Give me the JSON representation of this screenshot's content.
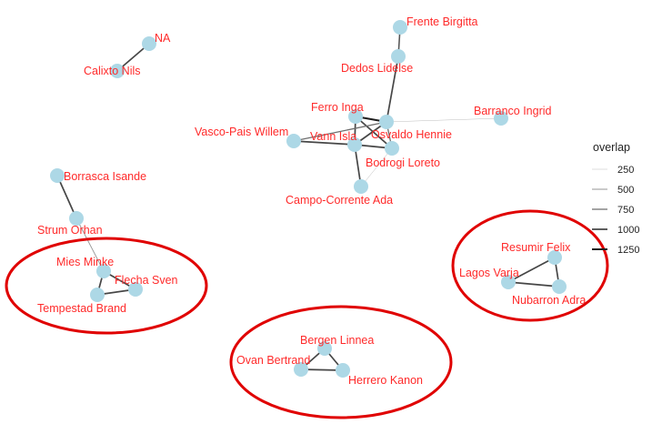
{
  "colors": {
    "node_fill": "#add8e6",
    "label": "#ff2a2a",
    "highlight": "#e00000",
    "edge": "#333333",
    "edge_light": "#bdbdbd"
  },
  "nodes": [
    {
      "id": "na",
      "label": "NA"
    },
    {
      "id": "calixto",
      "label": "Calixto Nils"
    },
    {
      "id": "frente",
      "label": "Frente Birgitta"
    },
    {
      "id": "dedos",
      "label": "Dedos Lidelse"
    },
    {
      "id": "barranco",
      "label": "Barranco Ingrid"
    },
    {
      "id": "ferro",
      "label": "Ferro Inga"
    },
    {
      "id": "vasco",
      "label": "Vasco-Pais Willem"
    },
    {
      "id": "vann",
      "label": "Vann Isla"
    },
    {
      "id": "osvaldo",
      "label": "Osvaldo Hennie"
    },
    {
      "id": "bodrogi",
      "label": "Bodrogi Loreto"
    },
    {
      "id": "campo",
      "label": "Campo-Corrente Ada"
    },
    {
      "id": "borrasca",
      "label": "Borrasca Isande"
    },
    {
      "id": "strum",
      "label": "Strum Orhan"
    },
    {
      "id": "mies",
      "label": "Mies Minke"
    },
    {
      "id": "flecha",
      "label": "Flecha Sven"
    },
    {
      "id": "tempestad",
      "label": "Tempestad Brand"
    },
    {
      "id": "resumir",
      "label": "Resumir Felix"
    },
    {
      "id": "lagos",
      "label": "Lagos Varja"
    },
    {
      "id": "nubarron",
      "label": "Nubarron Adra"
    },
    {
      "id": "bergen",
      "label": "Bergen Linnea"
    },
    {
      "id": "ovan",
      "label": "Ovan Bertrand"
    },
    {
      "id": "herrero",
      "label": "Herrero Kanon"
    }
  ],
  "edges": [
    {
      "from": "na",
      "to": "calixto",
      "overlap": 1000
    },
    {
      "from": "frente",
      "to": "dedos",
      "overlap": 900
    },
    {
      "from": "dedos",
      "to": "osvaldo",
      "overlap": 1000
    },
    {
      "from": "osvaldo",
      "to": "barranco",
      "overlap": 250
    },
    {
      "from": "ferro",
      "to": "osvaldo",
      "overlap": 1250
    },
    {
      "from": "ferro",
      "to": "vann",
      "overlap": 1000
    },
    {
      "from": "ferro",
      "to": "bodrogi",
      "overlap": 1000
    },
    {
      "from": "vann",
      "to": "osvaldo",
      "overlap": 1000
    },
    {
      "from": "vann",
      "to": "bodrogi",
      "overlap": 1000
    },
    {
      "from": "osvaldo",
      "to": "bodrogi",
      "overlap": 750
    },
    {
      "from": "vasco",
      "to": "vann",
      "overlap": 1000
    },
    {
      "from": "vasco",
      "to": "osvaldo",
      "overlap": 750
    },
    {
      "from": "vann",
      "to": "campo",
      "overlap": 1000
    },
    {
      "from": "bodrogi",
      "to": "campo",
      "overlap": 250
    },
    {
      "from": "borrasca",
      "to": "strum",
      "overlap": 1000
    },
    {
      "from": "strum",
      "to": "mies",
      "overlap": 500
    },
    {
      "from": "mies",
      "to": "flecha",
      "overlap": 1000
    },
    {
      "from": "mies",
      "to": "tempestad",
      "overlap": 1000
    },
    {
      "from": "flecha",
      "to": "tempestad",
      "overlap": 1000
    },
    {
      "from": "resumir",
      "to": "lagos",
      "overlap": 1000
    },
    {
      "from": "resumir",
      "to": "nubarron",
      "overlap": 1000
    },
    {
      "from": "lagos",
      "to": "nubarron",
      "overlap": 1000
    },
    {
      "from": "bergen",
      "to": "ovan",
      "overlap": 1000
    },
    {
      "from": "bergen",
      "to": "herrero",
      "overlap": 1000
    },
    {
      "from": "ovan",
      "to": "herrero",
      "overlap": 1000
    }
  ],
  "highlighted_groups": [
    [
      "mies",
      "flecha",
      "tempestad"
    ],
    [
      "bergen",
      "ovan",
      "herrero"
    ],
    [
      "resumir",
      "lagos",
      "nubarron"
    ]
  ],
  "legend": {
    "title": "overlap",
    "items": [
      "250",
      "500",
      "750",
      "1000",
      "1250"
    ]
  }
}
